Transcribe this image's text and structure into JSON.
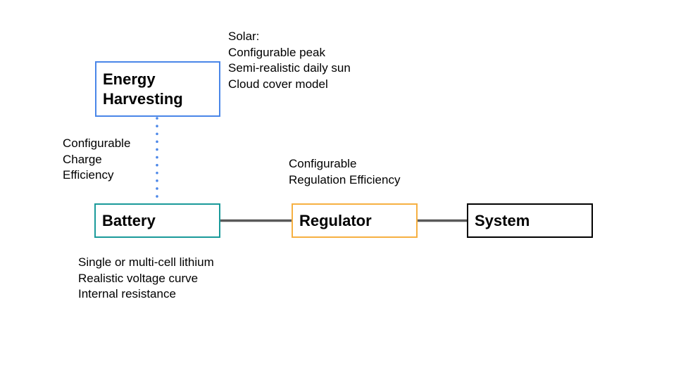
{
  "colors": {
    "energy_harvesting_border": "#4a86e8",
    "battery_border": "#1a9a9a",
    "regulator_border": "#f6b042",
    "system_border": "#000000",
    "dotted_connector": "#4a86e8",
    "solid_connector": "#595959"
  },
  "blocks": {
    "energy_harvesting": "Energy\nHarvesting",
    "battery": "Battery",
    "regulator": "Regulator",
    "system": "System"
  },
  "notes": {
    "solar": "Solar:\nConfigurable peak\nSemi-realistic daily sun\nCloud cover model",
    "charge_efficiency": "Configurable\nCharge\nEfficiency",
    "regulation_efficiency": "Configurable\nRegulation Efficiency",
    "battery_details": "Single or multi-cell lithium\nRealistic voltage curve\nInternal resistance"
  }
}
